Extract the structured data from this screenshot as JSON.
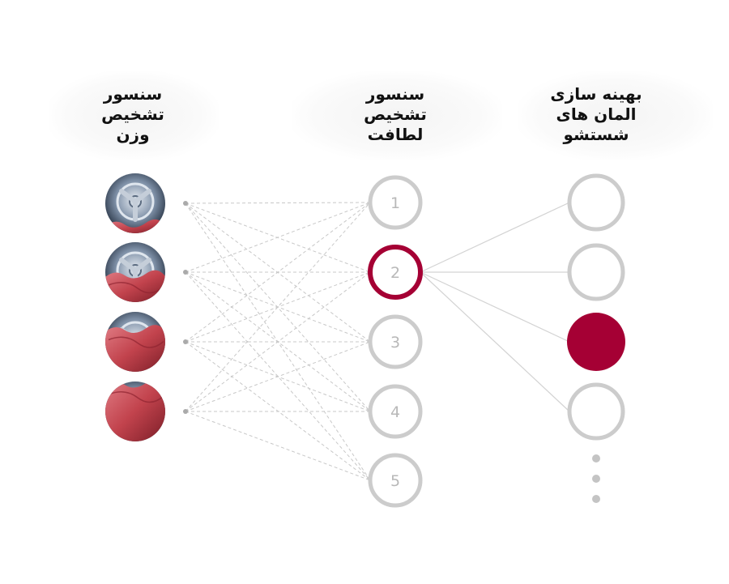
{
  "columns": {
    "weight_sensor": [
      "سنسور",
      "تشخیص",
      "وزن"
    ],
    "softness_sensor": [
      "سنسور",
      "تشخیص",
      "لطافت"
    ],
    "wash_optimize": [
      "بهینه سازی",
      "المان های",
      "شستشو"
    ]
  },
  "inputs": [
    {
      "icon": "drum-empty-icon",
      "fill_level": 0.2
    },
    {
      "icon": "drum-half-icon",
      "fill_level": 0.5
    },
    {
      "icon": "drum-mostly-full-icon",
      "fill_level": 0.75
    },
    {
      "icon": "drum-full-icon",
      "fill_level": 1.0
    }
  ],
  "middle_nodes": [
    {
      "label": "1",
      "active": false
    },
    {
      "label": "2",
      "active": true
    },
    {
      "label": "3",
      "active": false
    },
    {
      "label": "4",
      "active": false
    },
    {
      "label": "5",
      "active": false
    }
  ],
  "output_nodes": [
    {
      "active": false
    },
    {
      "active": false
    },
    {
      "active": true
    },
    {
      "active": false
    }
  ],
  "more_indicator": "more-dots-icon",
  "colors": {
    "accent": "#a50034",
    "node_ring": "#cccccc",
    "node_text": "#b8b8b8",
    "dashed_line": "#c8c8c8",
    "solid_line": "#d3d3d3",
    "cloth": "#c2434d",
    "drum_metal": "#7d8fa6"
  }
}
